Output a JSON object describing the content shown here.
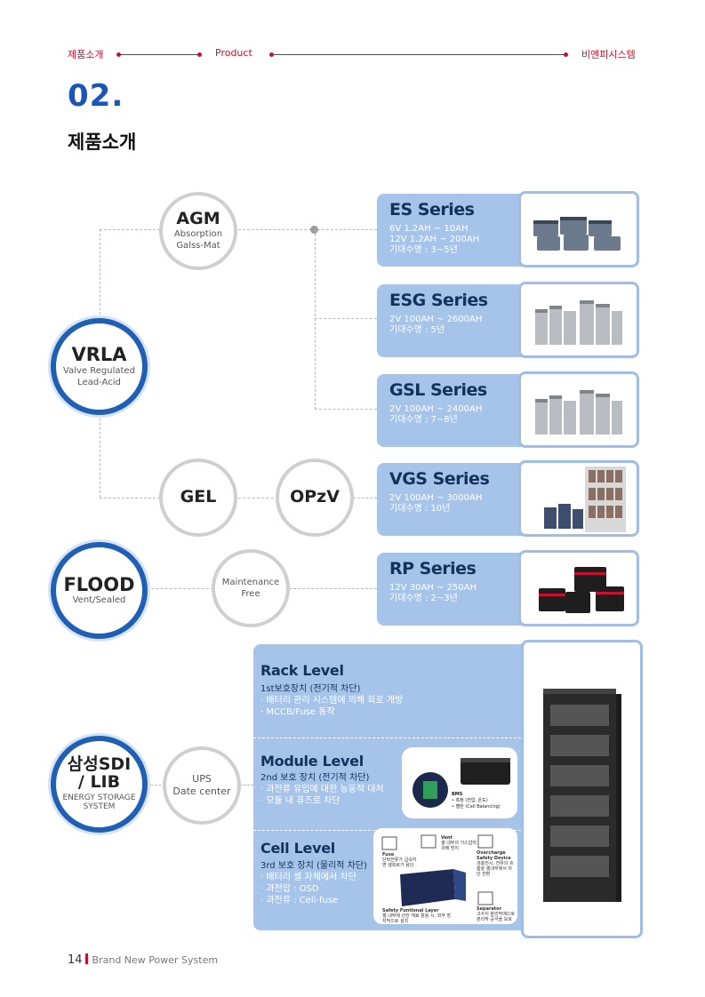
{
  "header": {
    "left": "제품소개",
    "center": "Product",
    "right": "비엔피시스템"
  },
  "section": {
    "number": "02.",
    "title": "제품소개"
  },
  "circles": {
    "agm": {
      "title": "AGM",
      "sub1": "Absorption",
      "sub2": "Galss-Mat"
    },
    "vrla": {
      "title": "VRLA",
      "sub1": "Valve Regulated",
      "sub2": "Lead-Acid"
    },
    "gel": {
      "title": "GEL"
    },
    "opzv": {
      "title": "OPzV"
    },
    "flood": {
      "title": "FLOOD",
      "sub1": "Vent/Sealed"
    },
    "maint": {
      "line1": "Maintenance",
      "line2": "Free"
    },
    "samsung": {
      "title1": "삼성SDI",
      "title2": "/ LIB",
      "sub1": "ENERGY STORAGE",
      "sub2": "SYSTEM"
    },
    "ups": {
      "line1": "UPS",
      "line2": "Date center"
    }
  },
  "series": [
    {
      "name": "ES Series",
      "spec1": "6V 1.2AH ~ 10AH",
      "spec2": "12V 1.2AH ~ 200AH",
      "life": "기대수명 : 3~5년"
    },
    {
      "name": "ESG Series",
      "spec1": "2V 100AH ~ 2600AH",
      "spec2": "",
      "life": "기대수명 : 5년"
    },
    {
      "name": "GSL Series",
      "spec1": "2V 100AH ~ 2400AH",
      "spec2": "",
      "life": "기대수명 : 7~8년"
    },
    {
      "name": "VGS Series",
      "spec1": "2V 100AH ~ 3000AH",
      "spec2": "",
      "life": "기대수명 : 10년"
    },
    {
      "name": "RP Series",
      "spec1": "12V 30AH ~ 250AH",
      "spec2": "",
      "life": "기대수명 : 2~3년"
    }
  ],
  "lib": {
    "rack": {
      "title": "Rack Level",
      "sub": "1st보호장치 (전기적 차단)",
      "b1": "· 배터리 관리 시스템에 의해  회로 개방",
      "b2": "· MCCB/Fuse 동작"
    },
    "module": {
      "title": "Module Level",
      "sub": "2nd 보호 장치 (전기적 차단)",
      "b1": "· 과전류 유입에 대한 능동적 대처",
      "b2": "· 모듈 내 퓨즈로 차단",
      "bms_title": "BMS",
      "bms1": "• 측정 (전압, 온도)",
      "bms2": "• 밸런 (Cell Balancing)"
    },
    "cell": {
      "title": "Cell Level",
      "sub": "3rd 보호 장치 (물리적 차단)",
      "b1": "· 배터리 셀 자체에서 차단",
      "b2": "· 과전압 : OSD",
      "b3": "· 과전류 : Cell-fuse",
      "fuse": "Fuse",
      "fuse_d": "단락전류가 급속하면 셀회로가 용단",
      "vent": "Vent",
      "vent_d": "셀 내부의 가스압력 과배 방지",
      "over": "Overcharge Safety Device",
      "over_d": "과충전시, 전류의 흐름을 셀내부에서 차단 전환",
      "sfl": "Safety Funtional Layer",
      "sfl_d": "셀 내부에 안전 재료 활용 시, 외부 방지막으로 설치",
      "sep": "Separator",
      "sep_d": "고수지 분리막에으로 분리막 공극을 보호"
    }
  },
  "footer": {
    "page": "14",
    "text": "Brand New Power System"
  }
}
